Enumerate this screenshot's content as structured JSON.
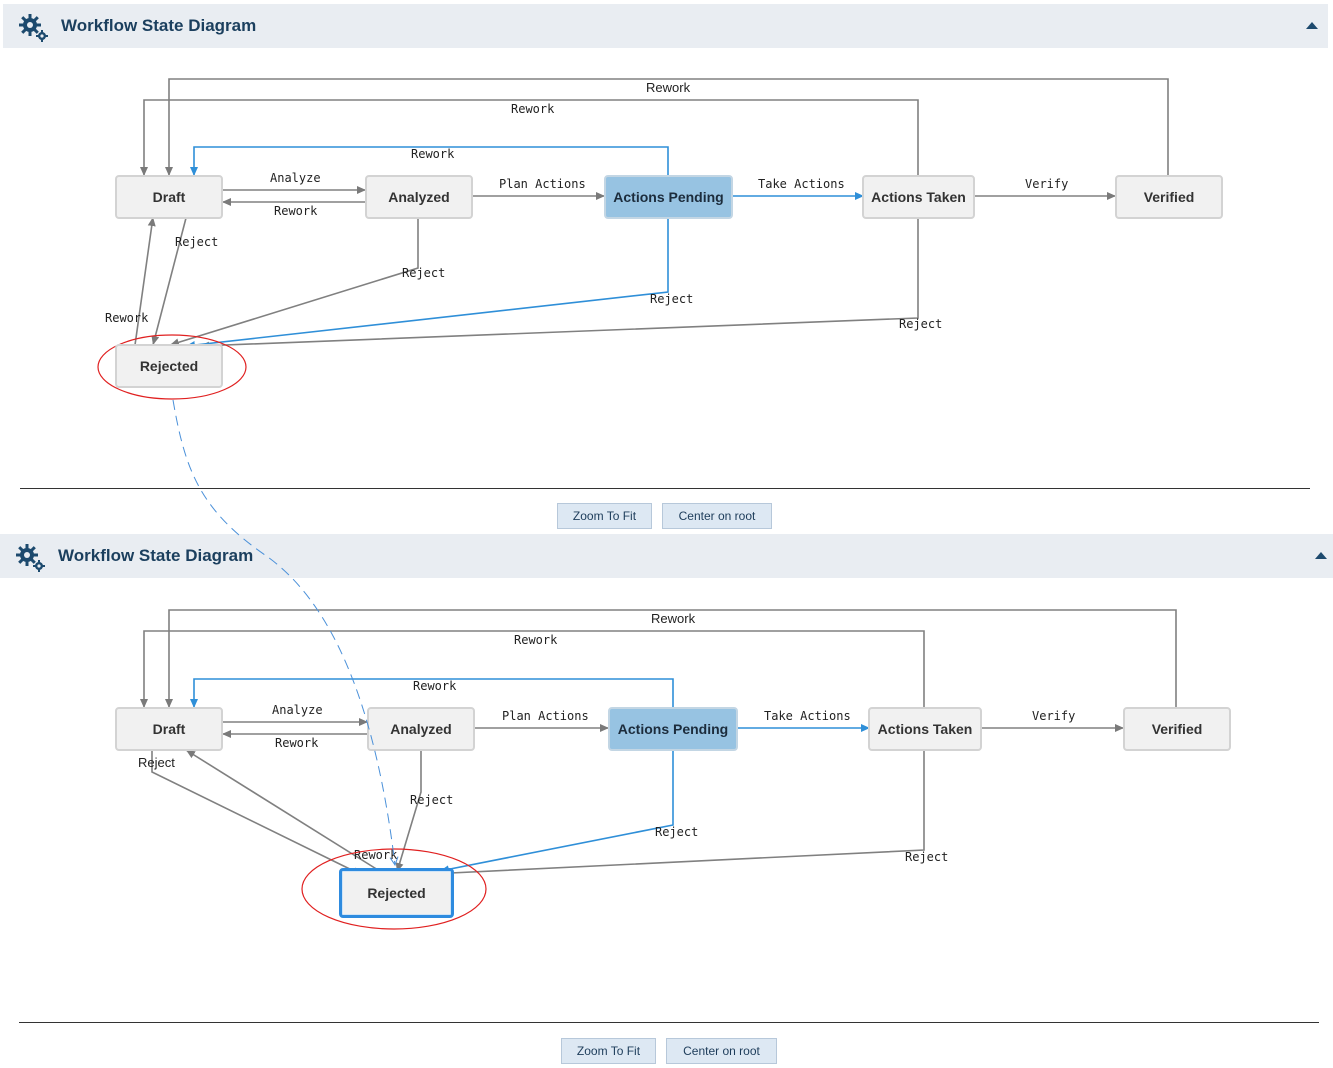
{
  "panels": [
    {
      "title": "Workflow State Diagram",
      "collapse_icon": "chevron-up-icon",
      "settings_icon": "gears-icon",
      "states": {
        "draft": "Draft",
        "analyzed": "Analyzed",
        "actions_pending": "Actions Pending",
        "actions_taken": "Actions Taken",
        "verified": "Verified",
        "rejected": "Rejected"
      },
      "transitions": {
        "analyze": "Analyze",
        "rework": "Rework",
        "plan_actions": "Plan Actions",
        "take_actions": "Take Actions",
        "verify": "Verify",
        "reject": "Reject"
      },
      "buttons": {
        "zoom_to_fit": "Zoom To Fit",
        "center_on_root": "Center on root"
      }
    },
    {
      "title": "Workflow State Diagram",
      "collapse_icon": "chevron-up-icon",
      "settings_icon": "gears-icon",
      "states": {
        "draft": "Draft",
        "analyzed": "Analyzed",
        "actions_pending": "Actions Pending",
        "actions_taken": "Actions Taken",
        "verified": "Verified",
        "rejected": "Rejected"
      },
      "transitions": {
        "analyze": "Analyze",
        "rework": "Rework",
        "plan_actions": "Plan Actions",
        "take_actions": "Take Actions",
        "verify": "Verify",
        "reject": "Reject"
      },
      "buttons": {
        "zoom_to_fit": "Zoom To Fit",
        "center_on_root": "Center on root"
      }
    }
  ],
  "colors": {
    "edge_default": "#808080",
    "edge_active": "#2f8fd8",
    "active_state_fill": "#97c3e2",
    "selected_border": "#2e8bdf",
    "annotation": "#e02020",
    "header_bg": "#e9edf2",
    "header_text": "#1b3f5e"
  }
}
